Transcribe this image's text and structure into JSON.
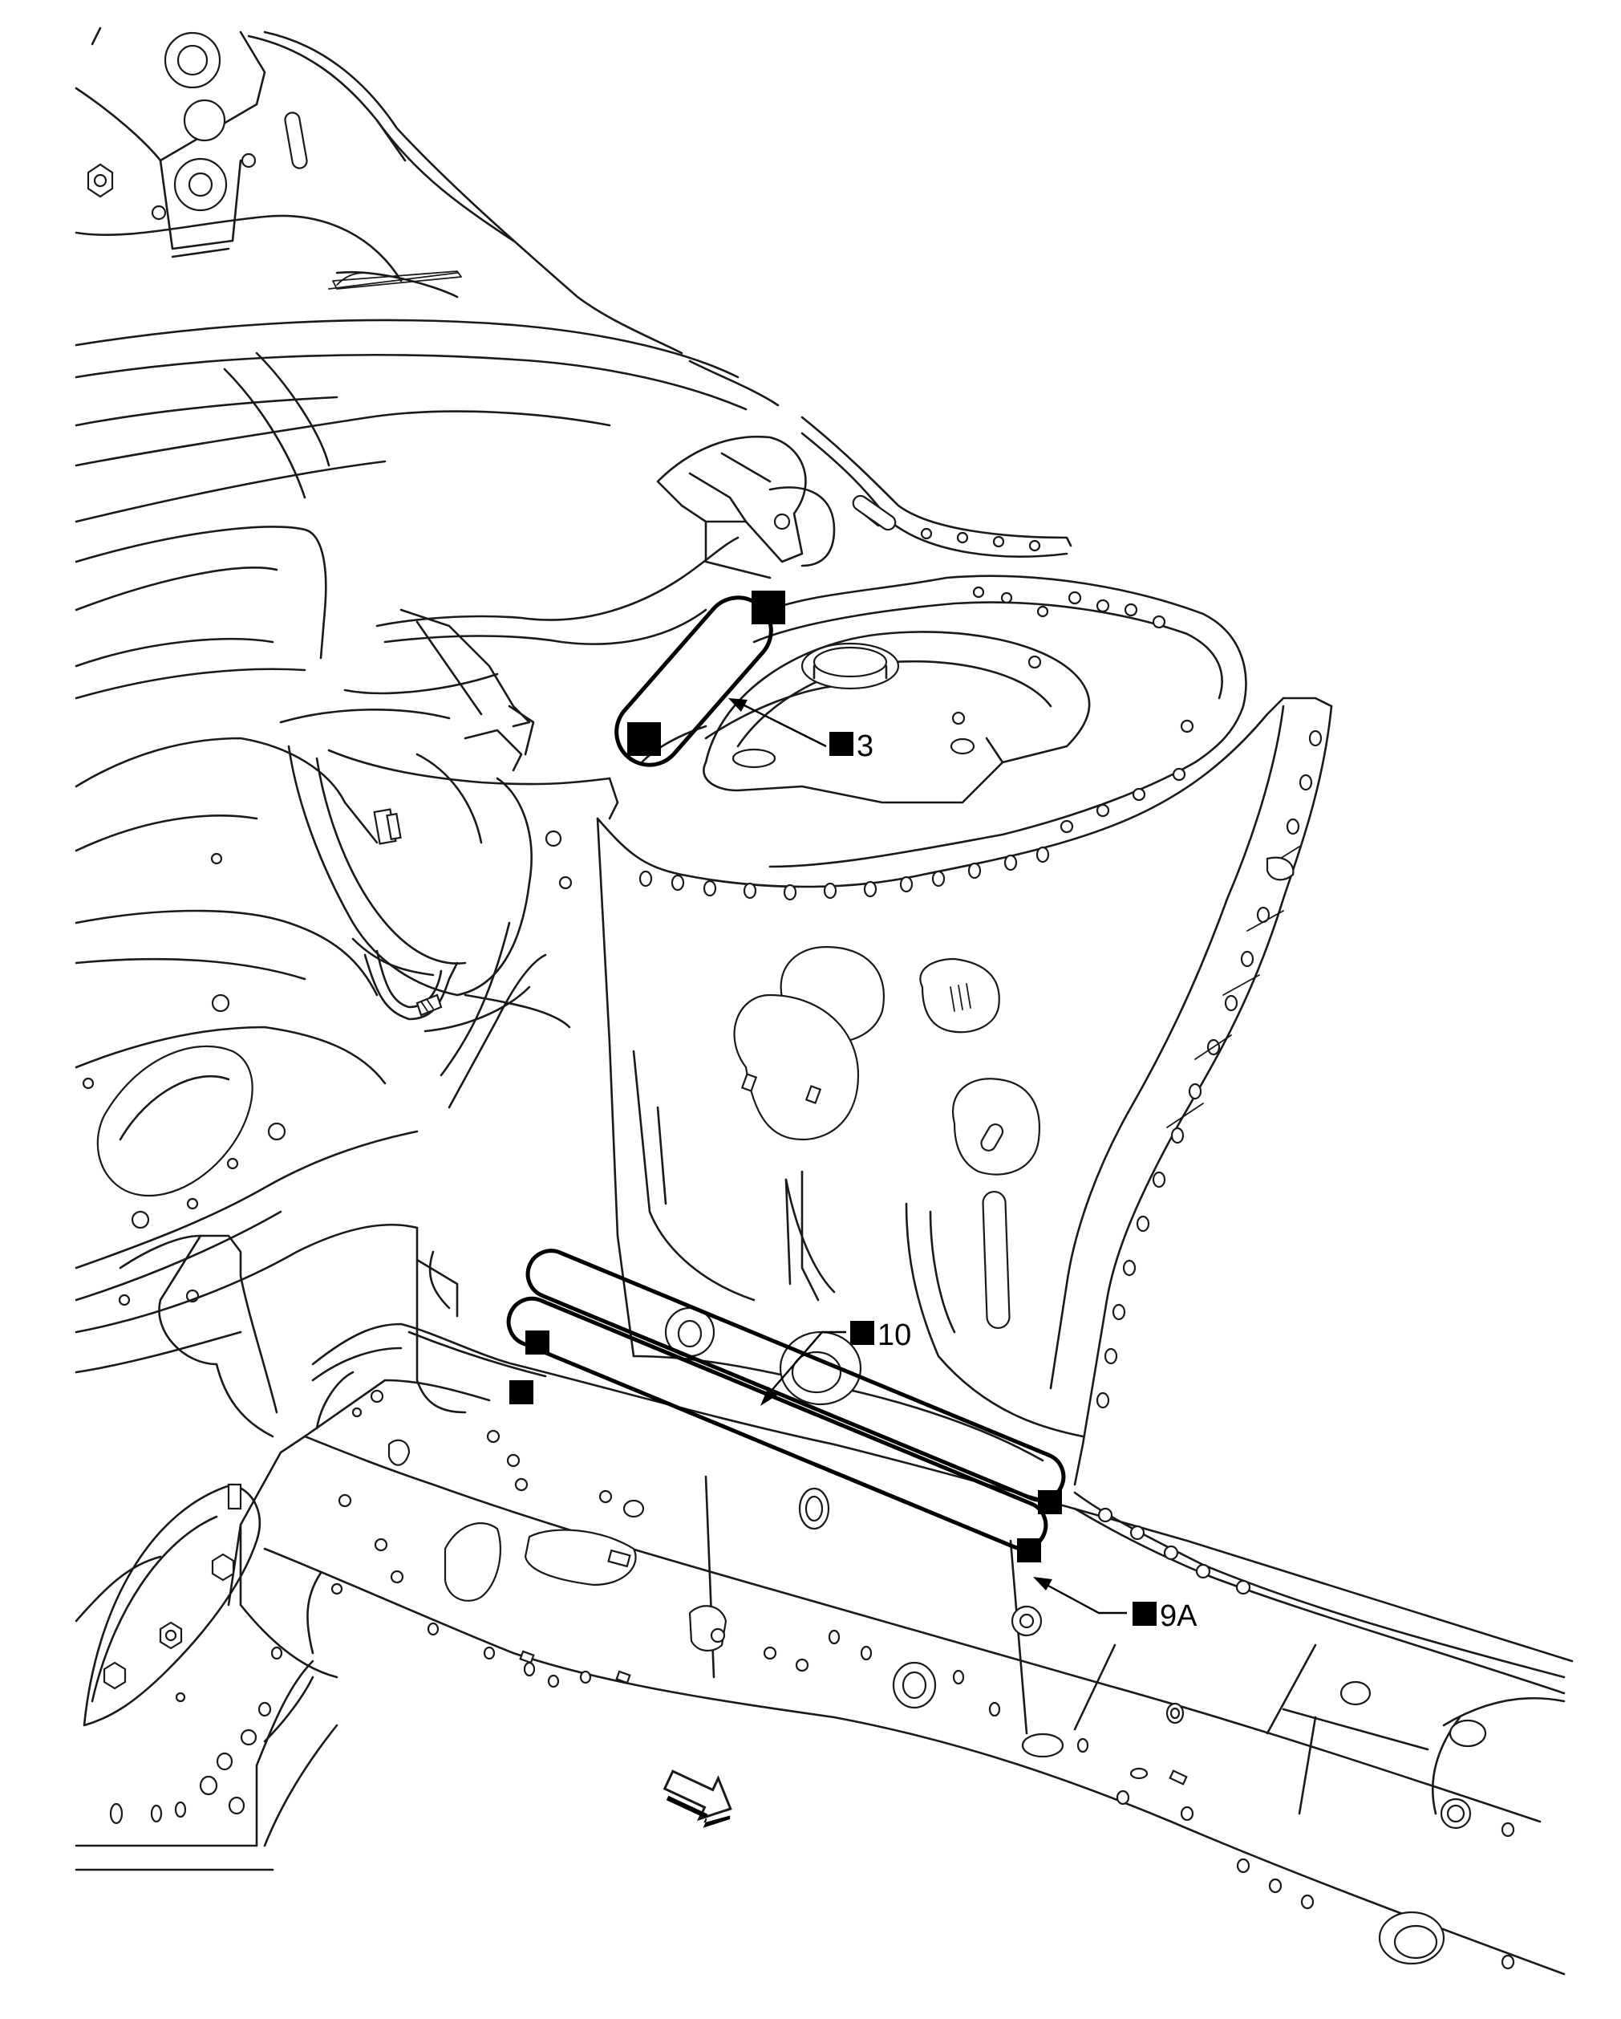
{
  "callouts": [
    {
      "id": "3",
      "text": "3"
    },
    {
      "id": "10",
      "text": "10"
    },
    {
      "id": "9A",
      "text": "9A"
    }
  ],
  "icons": {
    "marker": "filled-square-icon",
    "direction": "direction-arrow-icon"
  },
  "colors": {
    "line": "#1a1a1a",
    "highlight": "#000000",
    "background": "#ffffff"
  }
}
